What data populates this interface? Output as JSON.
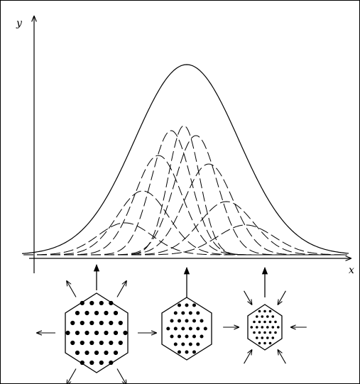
{
  "axes": {
    "x_label": "x",
    "y_label": "y"
  },
  "figure": {
    "outer_curve": "solid",
    "component_curves": "dashed",
    "component_count": 9,
    "clusters": [
      {
        "id": "expanded",
        "arrows": "outward",
        "dot_rows": [
          4,
          5,
          6,
          7,
          6,
          5,
          4
        ]
      },
      {
        "id": "equilibrium",
        "arrows": "none",
        "dot_rows": [
          3,
          4,
          5,
          6,
          5,
          4,
          3
        ]
      },
      {
        "id": "compressed",
        "arrows": "inward",
        "dot_rows": [
          3,
          4,
          5,
          6,
          5,
          4,
          3
        ]
      }
    ]
  },
  "colors": {
    "stroke": "#000000",
    "background": "#ffffff"
  }
}
